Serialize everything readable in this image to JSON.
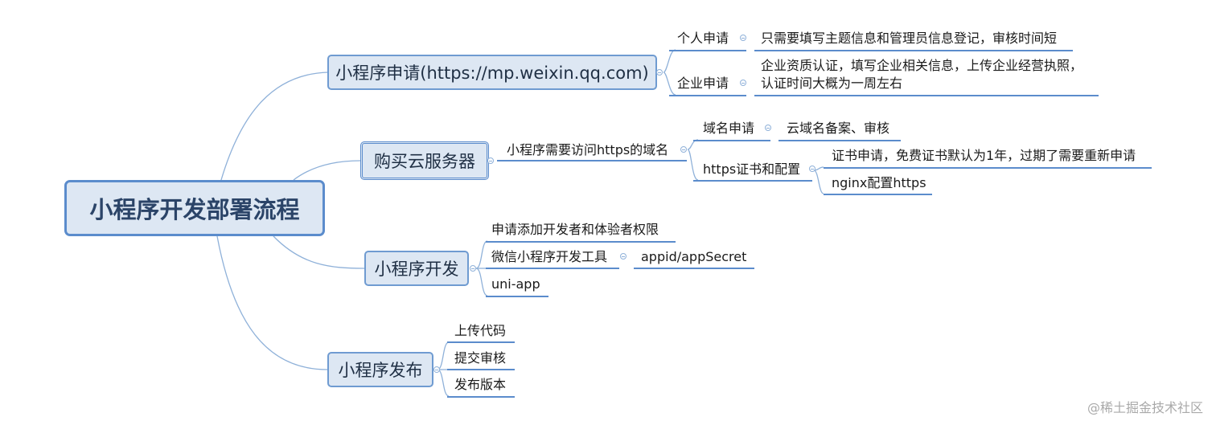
{
  "root": {
    "label": "小程序开发部署流程"
  },
  "branches": [
    {
      "label": "小程序申请(https://mp.weixin.qq.com)",
      "children": [
        {
          "label": "个人申请",
          "detail": "只需要填写主题信息和管理员信息登记，审核时间短"
        },
        {
          "label": "企业申请",
          "detail_line1": "企业资质认证，填写企业相关信息，上传企业经营执照，",
          "detail_line2": "认证时间大概为一周左右"
        }
      ]
    },
    {
      "label": "购买云服务器",
      "children": [
        {
          "label": "小程序需要访问https的域名",
          "children": [
            {
              "label": "域名申请",
              "detail": "云域名备案、审核"
            },
            {
              "label": "https证书和配置",
              "details": [
                "证书申请，免费证书默认为1年，过期了需要重新申请",
                "nginx配置https"
              ]
            }
          ]
        }
      ]
    },
    {
      "label": "小程序开发",
      "children": [
        {
          "label": "申请添加开发者和体验者权限"
        },
        {
          "label": "微信小程序开发工具",
          "detail": "appid/appSecret"
        },
        {
          "label": "uni-app"
        }
      ]
    },
    {
      "label": "小程序发布",
      "children": [
        {
          "label": "上传代码"
        },
        {
          "label": "提交审核"
        },
        {
          "label": "发布版本"
        }
      ]
    }
  ],
  "watermark": "@稀土掘金技术社区",
  "colors": {
    "line": "#5b8ccc",
    "node_fill": "#dde7f3",
    "node_border": "#6f9bd1"
  }
}
